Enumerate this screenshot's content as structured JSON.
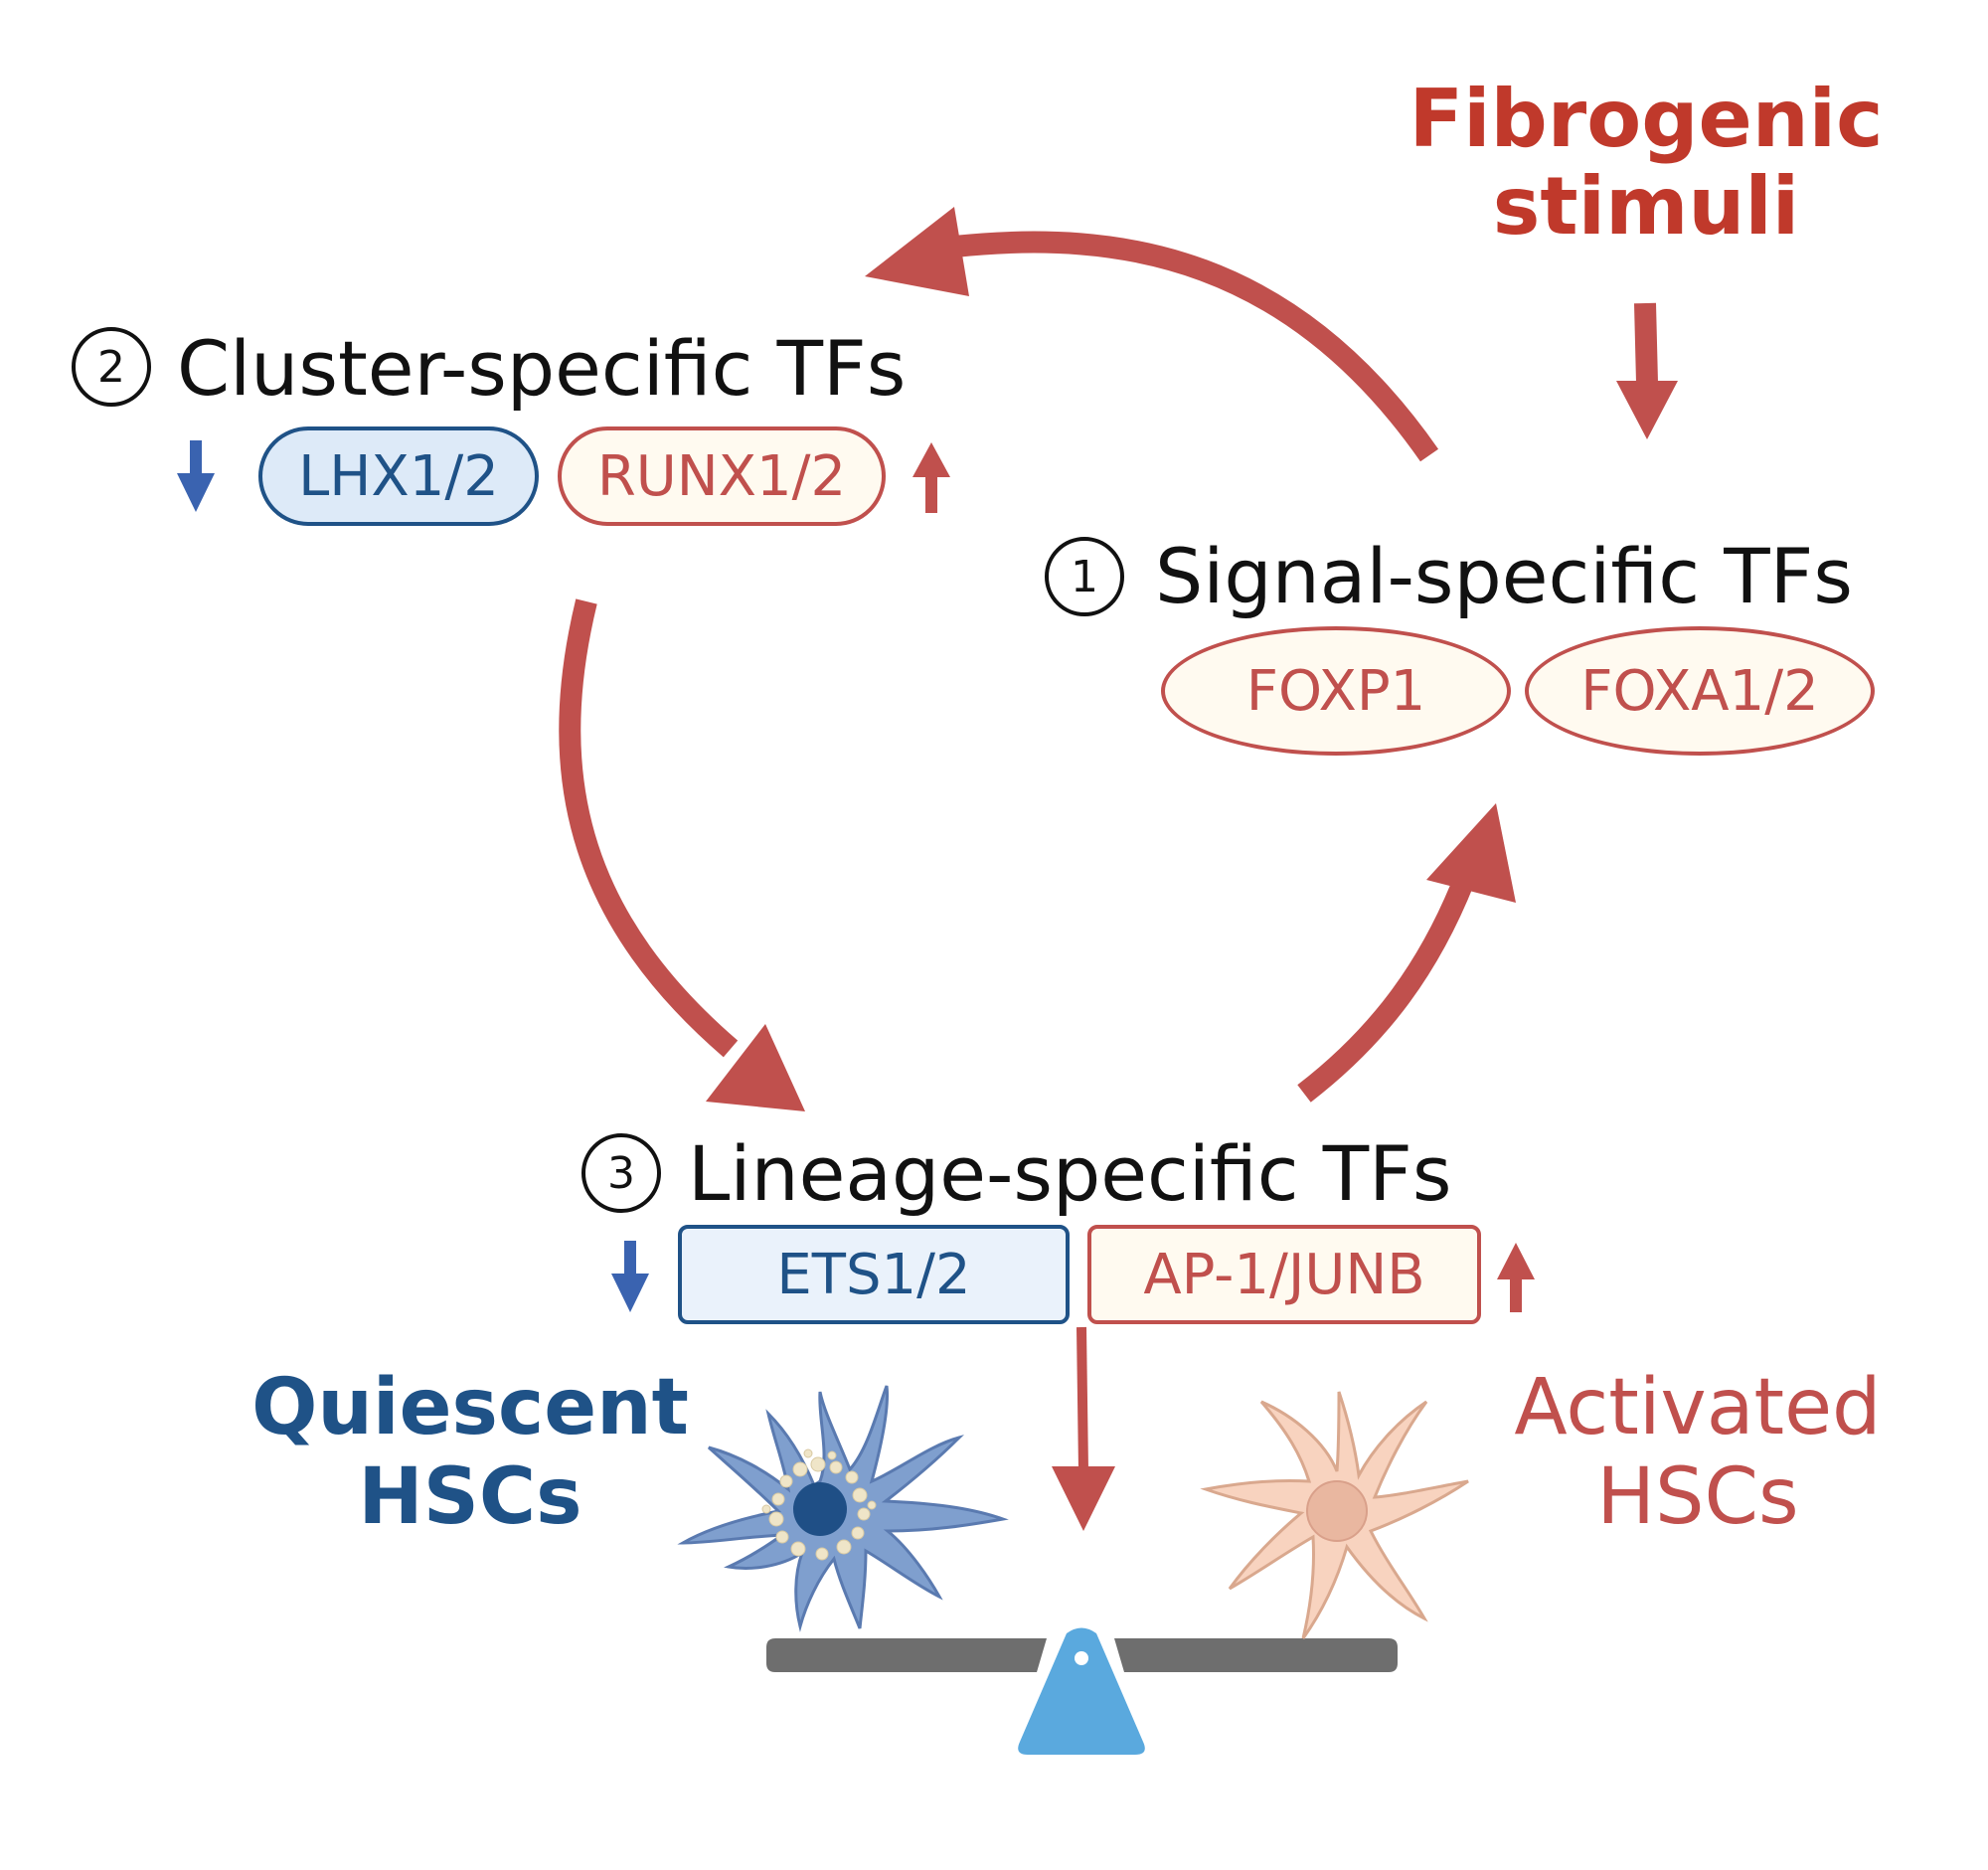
{
  "colors": {
    "red": "#c0504d",
    "red_text": "#c0392b",
    "blue": "#1f5287",
    "blue_arrow": "#3a63b0",
    "blue_fill": "#ddeaf8",
    "red_fill": "#fffaf0",
    "beam": "#6e6e6e",
    "fulcrum": "#5aa9de",
    "quiescent_cell": "#7f9fce",
    "activated_cell": "#f8d3bf"
  },
  "stimulus": {
    "line1": "Fibrogenic",
    "line2": "stimuli"
  },
  "signal": {
    "number": "1",
    "title": "Signal-specific TFs",
    "tfs": [
      "FOXP1",
      "FOXA1/2"
    ]
  },
  "cluster": {
    "number": "2",
    "title": "Cluster-specific TFs",
    "down_tf": "LHX1/2",
    "up_tf": "RUNX1/2"
  },
  "lineage": {
    "number": "3",
    "title": "Lineage-specific TFs",
    "down_tf": "ETS1/2",
    "up_tf": "AP-1/JUNB"
  },
  "quiescent": {
    "line1": "Quiescent",
    "line2": "HSCs"
  },
  "activated": {
    "line1": "Activated",
    "line2": "HSCs"
  }
}
